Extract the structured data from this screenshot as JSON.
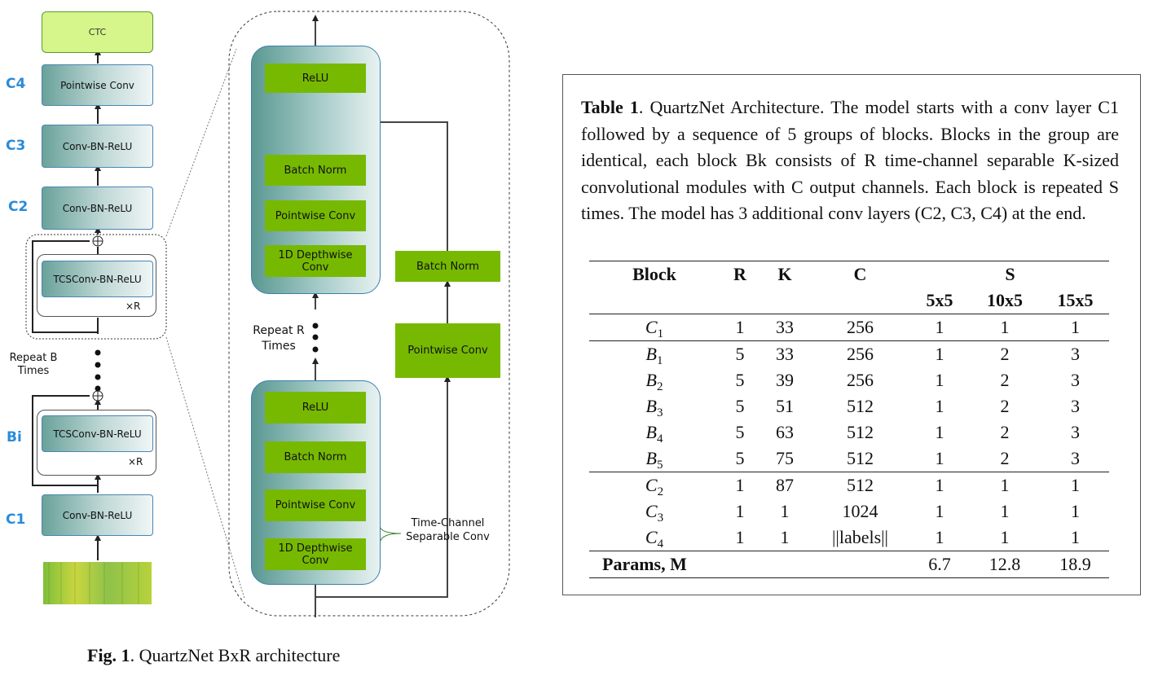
{
  "figure": {
    "left_column": {
      "ctc": "CTC",
      "c4_label": "C4",
      "c4_block": "Pointwise Conv",
      "c3_label": "C3",
      "c3_block": "Conv-BN-ReLU",
      "c2_label": "C2",
      "c2_block": "Conv-BN-ReLU",
      "b_block_top": "TCSConv-BN-ReLU",
      "b_repeat_top": "×R",
      "repeat_b_text": "Repeat B\nTimes",
      "bi_label": "Bi",
      "b_block_bottom": "TCSConv-BN-ReLU",
      "b_repeat_bottom": "×R",
      "c1_label": "C1",
      "c1_block": "Conv-BN-ReLU"
    },
    "detail": {
      "top_relu": "ReLU",
      "top_batch_norm": "Batch Norm",
      "top_pointwise": "Pointwise Conv",
      "top_depthwise": "1D Depthwise\nConv",
      "repeat_r_text": "Repeat R\nTimes",
      "bottom_relu": "ReLU",
      "bottom_batch_norm": "Batch Norm",
      "bottom_pointwise": "Pointwise Conv",
      "bottom_depthwise": "1D Depthwise\nConv",
      "residual_batch_norm": "Batch Norm",
      "residual_pointwise": "Pointwise Conv",
      "tcs_label": "Time-Channel\nSeparable Conv"
    },
    "caption_label": "Fig. 1",
    "caption_text": ". QuartzNet BxR architecture"
  },
  "table": {
    "caption_label": "Table 1",
    "caption_text": ". QuartzNet Architecture. The model starts with a conv layer C1 followed by a sequence of 5 groups of blocks. Blocks in the group are identical, each block Bk consists of R time-channel separable K-sized convolutional modules with C output channels. Each block is repeated S times. The model has 3 additional conv layers (C2, C3, C4) at the end.",
    "headers": {
      "block": "Block",
      "r": "R",
      "k": "K",
      "c": "C",
      "s": "S"
    },
    "s_columns": [
      "5x5",
      "10x5",
      "15x5"
    ],
    "rows": [
      {
        "block": "C",
        "sub": "1",
        "r": "1",
        "k": "33",
        "c": "256",
        "s": [
          "1",
          "1",
          "1"
        ]
      },
      {
        "block": "B",
        "sub": "1",
        "r": "5",
        "k": "33",
        "c": "256",
        "s": [
          "1",
          "2",
          "3"
        ]
      },
      {
        "block": "B",
        "sub": "2",
        "r": "5",
        "k": "39",
        "c": "256",
        "s": [
          "1",
          "2",
          "3"
        ]
      },
      {
        "block": "B",
        "sub": "3",
        "r": "5",
        "k": "51",
        "c": "512",
        "s": [
          "1",
          "2",
          "3"
        ]
      },
      {
        "block": "B",
        "sub": "4",
        "r": "5",
        "k": "63",
        "c": "512",
        "s": [
          "1",
          "2",
          "3"
        ]
      },
      {
        "block": "B",
        "sub": "5",
        "r": "5",
        "k": "75",
        "c": "512",
        "s": [
          "1",
          "2",
          "3"
        ]
      },
      {
        "block": "C",
        "sub": "2",
        "r": "1",
        "k": "87",
        "c": "512",
        "s": [
          "1",
          "1",
          "1"
        ]
      },
      {
        "block": "C",
        "sub": "3",
        "r": "1",
        "k": "1",
        "c": "1024",
        "s": [
          "1",
          "1",
          "1"
        ]
      },
      {
        "block": "C",
        "sub": "4",
        "r": "1",
        "k": "1",
        "c": "||labels||",
        "s": [
          "1",
          "1",
          "1"
        ]
      }
    ],
    "params_label": "Params, M",
    "params": [
      "6.7",
      "12.8",
      "18.9"
    ]
  },
  "colors": {
    "nvidia_green": "#76b900",
    "label_blue": "#2a8bd8",
    "block_border": "#4a86b4"
  }
}
